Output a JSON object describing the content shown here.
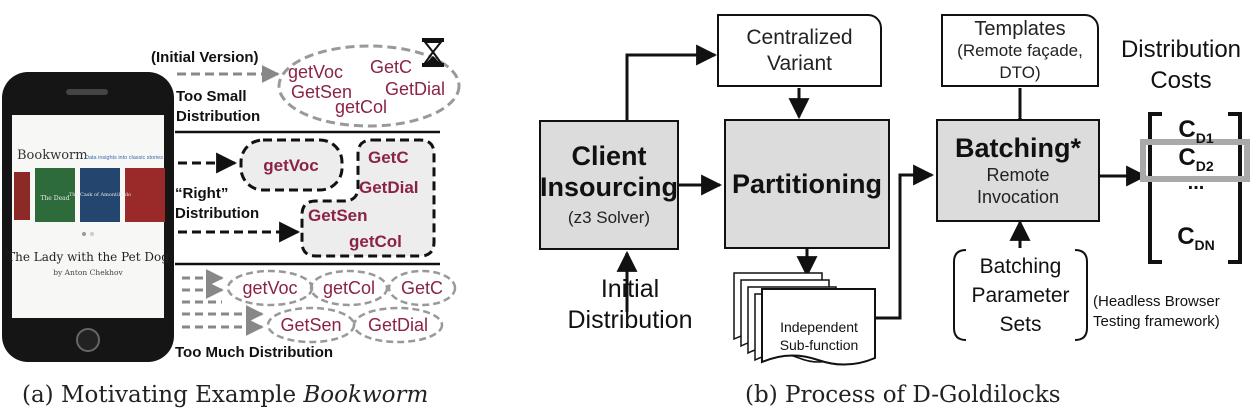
{
  "captions": {
    "a_text": "(a) Motivating Example ",
    "a_italic": "Bookworm",
    "b_text": "(b) Process of D-Goldilocks"
  },
  "phone": {
    "app_title": "Bookworm",
    "app_subtitle": "Data insights into classic stories",
    "book_title": "The Lady with the Pet Dog",
    "book_author": "by Anton Chekhov",
    "cover_dead": "The Dead",
    "cover_cask": "The Cask of Amontillado"
  },
  "motivating": {
    "initial_version": "(Initial Version)",
    "too_small": "Too Small",
    "too_small_2": "Distribution",
    "right_1": "“Right”",
    "right_2": "Distribution",
    "too_much": "Too Much Distribution",
    "fn": {
      "getVoc": "getVoc",
      "getC": "GetC",
      "getSen": "GetSen",
      "getDial": "GetDial",
      "getCol": "getCol"
    },
    "fn_color": "#8b2346"
  },
  "process": {
    "centralized": "Centralized Variant",
    "client_1": "Client",
    "client_2": "Insourcing",
    "client_sub": "(z3 Solver)",
    "partitioning": "Partitioning",
    "batching": "Batching*",
    "batching_sub": "Remote Invocation",
    "templates": "Templates",
    "templates_sub": "(Remote façade, DTO)",
    "initial_1": "Initial",
    "initial_2": "Distribution",
    "independent": "Independent Sub-function",
    "param_sets": "Batching Parameter Sets",
    "headless_1": "(Headless Browser",
    "headless_2": "Testing framework)",
    "dist_costs_1": "Distribution",
    "dist_costs_2": "Costs",
    "costs": [
      {
        "base": "C",
        "sub": "D1"
      },
      {
        "base": "C",
        "sub": "D2"
      },
      {
        "base": "...",
        "sub": ""
      },
      {
        "base": "C",
        "sub": "DN"
      }
    ],
    "box_gray": "#dcdcdc"
  }
}
